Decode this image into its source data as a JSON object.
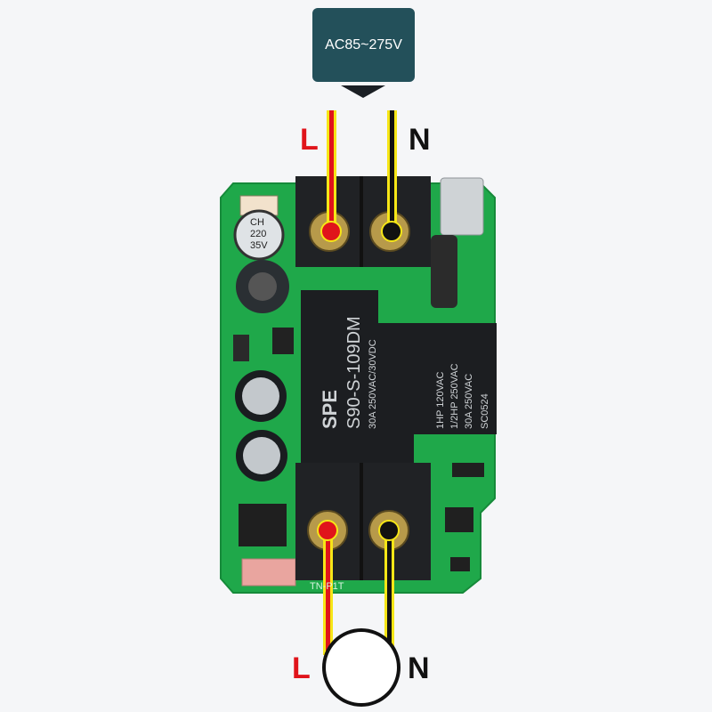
{
  "supply": {
    "voltage_label": "AC85~275V"
  },
  "wires": {
    "top_live_label": "L",
    "top_neutral_label": "N",
    "bottom_live_label": "L",
    "bottom_neutral_label": "N"
  },
  "board": {
    "capacitor_top_line1": "CH",
    "capacitor_top_line2": "220",
    "capacitor_top_line3": "35V",
    "relay_brand": "SPE",
    "relay_model": "S90-S-109DM",
    "relay_rating": "30A 250VAC/30VDC",
    "relay_spec1": "1HP 120VAC",
    "relay_spec2": "1/2HP 250VAC",
    "relay_spec3": "30A 250VAC",
    "relay_code": "SC0524",
    "board_label": "TN-P1T"
  },
  "colors": {
    "live": "#e0141b",
    "neutral": "#111111",
    "pcb": "#1fa84a",
    "box": "#23505a"
  }
}
